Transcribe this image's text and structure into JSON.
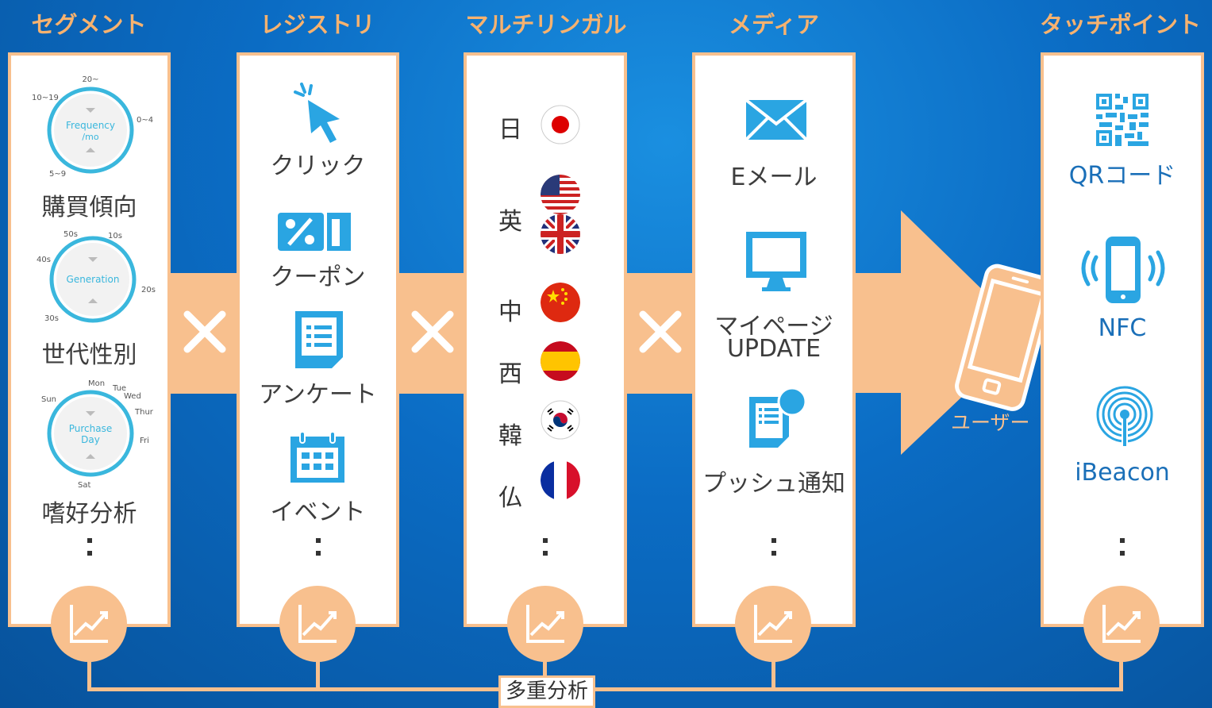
{
  "headings": [
    "セグメント",
    "レジストリ",
    "マルチリンガル",
    "メディア",
    "タッチポイント"
  ],
  "segment": {
    "dials": [
      {
        "center": "Frequency\n/mo",
        "ticks": [
          "20~",
          "10~19",
          "0~4",
          "5~9"
        ]
      },
      {
        "center": "Generation",
        "ticks": [
          "50s",
          "10s",
          "40s",
          "20s",
          "30s"
        ]
      },
      {
        "center": "Purchase\nDay",
        "ticks": [
          "Mon",
          "Tue",
          "Wed",
          "Sun",
          "Thur",
          "Fri",
          "Sat"
        ]
      }
    ],
    "labels": [
      "購買傾向",
      "世代性別",
      "嗜好分析"
    ]
  },
  "registry": {
    "items": [
      "クリック",
      "クーポン",
      "アンケート",
      "イベント"
    ],
    "icons": [
      "cursor-click-icon",
      "coupon-icon",
      "survey-document-icon",
      "calendar-icon"
    ]
  },
  "multilingual": {
    "languages": [
      "日",
      "英",
      "中",
      "西",
      "韓",
      "仏"
    ],
    "flags": [
      "japan-flag",
      "usa-flag",
      "uk-flag",
      "china-flag",
      "spain-flag",
      "korea-flag",
      "france-flag"
    ]
  },
  "media": {
    "items": [
      "Eメール",
      "マイページ",
      "UPDATE",
      "プッシュ通知"
    ],
    "icons": [
      "envelope-icon",
      "monitor-icon",
      "push-notification-icon"
    ]
  },
  "touchpoint": {
    "items": [
      "QRコード",
      "NFC",
      "iBeacon"
    ],
    "icons": [
      "qr-code-icon",
      "nfc-phone-icon",
      "ibeacon-icon"
    ]
  },
  "user_label": "ユーザー",
  "bottom_label": "多重分析",
  "colors": {
    "accent": "#f8c08e",
    "heading": "#f7b26f",
    "icon_blue": "#2aa5e2",
    "background": "#0b6cc4"
  }
}
